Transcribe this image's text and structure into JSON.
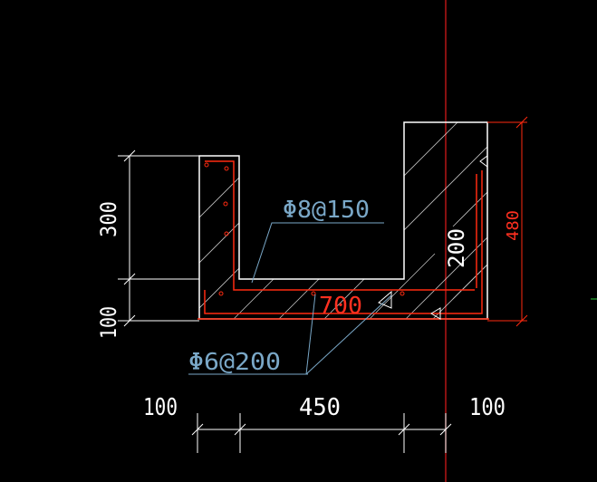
{
  "drawing": {
    "colors": {
      "background": "#000000",
      "outline": "#ffffff",
      "rebar": "#ff2a10",
      "annotation": "#7aa8c8",
      "axis": "#d01818",
      "hatch": "#ffffff"
    },
    "rebar_labels": {
      "top_bar": "Φ8@150",
      "bottom_bar": "Φ6@200"
    },
    "dimensions": {
      "left_height_upper": "300",
      "left_height_lower": "100",
      "right_height": "480",
      "inner_height": "200",
      "base_length": "700",
      "bottom_left": "100",
      "bottom_middle": "450",
      "bottom_right": "100"
    }
  }
}
